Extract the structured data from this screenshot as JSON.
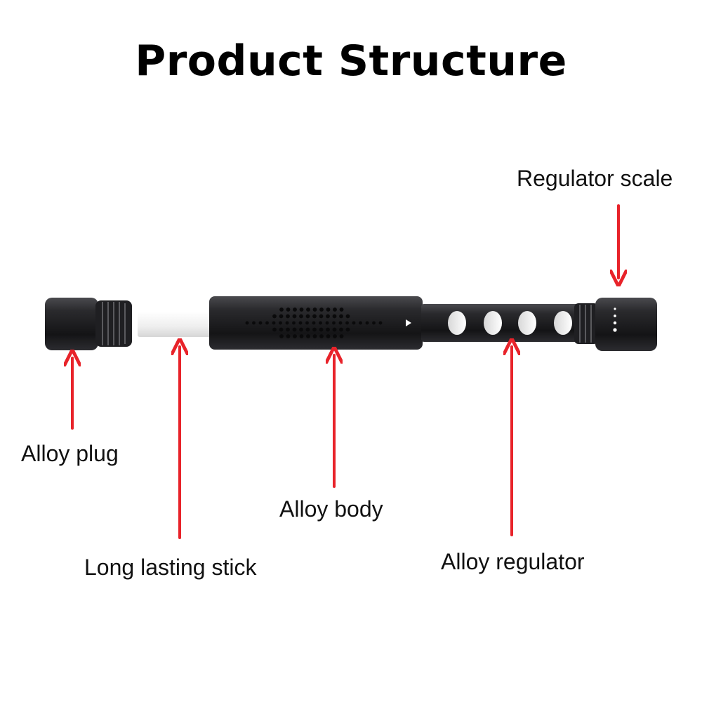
{
  "title": "Product Structure",
  "labels": {
    "regulator_scale": "Regulator scale",
    "alloy_plug": "Alloy plug",
    "alloy_body": "Alloy body",
    "long_lasting_stick": "Long lasting stick",
    "alloy_regulator": "Alloy regulator"
  },
  "colors": {
    "arrow": "#e8232a",
    "metal_dark": "#1c1c1e",
    "metal_mid": "#2e2e31",
    "stick": "#f2f2f2"
  }
}
